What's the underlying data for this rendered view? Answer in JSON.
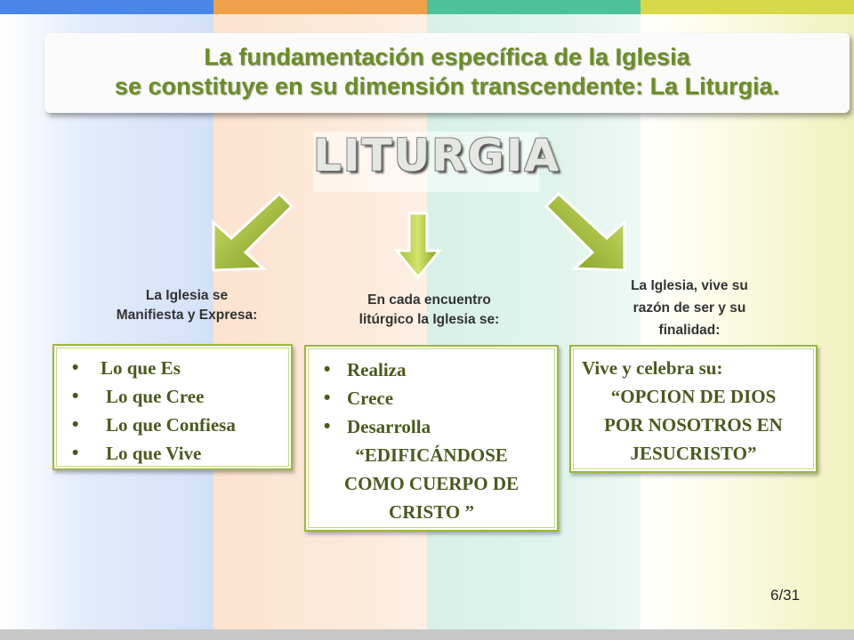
{
  "slide": {
    "title_line1": "La fundamentación específica de la Iglesia",
    "title_line2": "se constituye en su dimensión transcendente: La Liturgia.",
    "big_word": "LITURGIA",
    "colors": {
      "accent_green": "#9ab83a",
      "text_green": "#6b8e23",
      "stripe_blue": "#4a86e8",
      "stripe_orange": "#f0a04b",
      "stripe_teal": "#4cc19a",
      "stripe_yellow": "#d8d84a"
    },
    "page_number": "6/31"
  },
  "columns": [
    {
      "caption_line1": "La Iglesia se",
      "caption_line2": "Manifiesta y Expresa:",
      "arrow_icon": "arrow-down-left-icon",
      "items": [
        "Lo que  Es",
        "Lo que Cree",
        "Lo que Confiesa",
        "Lo que Vive"
      ]
    },
    {
      "caption_line1": "En cada encuentro",
      "caption_line2": "litúrgico la Iglesia se:",
      "arrow_icon": "arrow-down-icon",
      "items": [
        "Realiza",
        "Crece",
        "Desarrolla"
      ],
      "closing_lines": [
        "“EDIFICÁNDOSE",
        "COMO CUERPO DE",
        "CRISTO ”"
      ]
    },
    {
      "caption_line1": "La Iglesia, vive su",
      "caption_line2": "razón de ser y su",
      "caption_line3": "finalidad:",
      "arrow_icon": "arrow-down-right-icon",
      "intro": "Vive y celebra su:",
      "lines": [
        "“OPCION DE DIOS",
        "POR NOSOTROS EN",
        "JESUCRISTO”"
      ]
    }
  ]
}
